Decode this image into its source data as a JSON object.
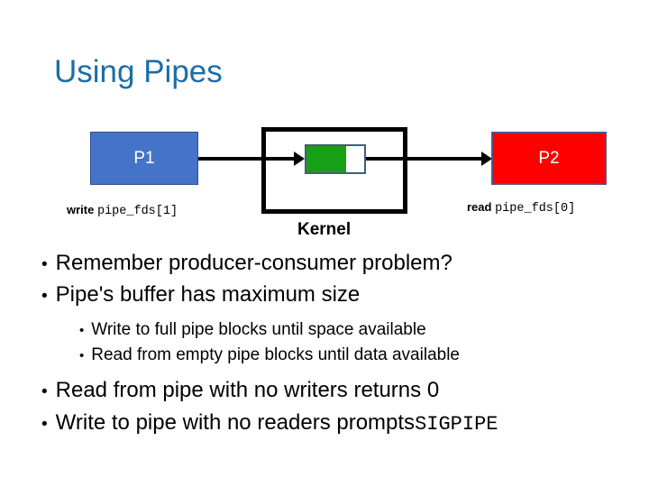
{
  "slide": {
    "title": "Using Pipes",
    "title_color": "#1C6EA8",
    "background": "#ffffff"
  },
  "diagram": {
    "process_left": {
      "label": "P1",
      "fill_color": "#4573C8",
      "text_color": "#ffffff",
      "caption_keyword": "write",
      "caption_code": "pipe_fds[1]"
    },
    "process_right": {
      "label": "P2",
      "fill_color": "#FF0000",
      "text_color": "#ffffff",
      "caption_keyword": "read",
      "caption_code": "pipe_fds[0]"
    },
    "kernel": {
      "label": "Kernel",
      "border_color": "#000000"
    },
    "buffer": {
      "fill_color": "#16A016",
      "empty_color": "#ffffff",
      "border_color": "#41607A",
      "fill_percent": 68
    },
    "arrow_write_name": "arrow-p1-to-kernel",
    "arrow_read_name": "arrow-kernel-to-p2"
  },
  "bullets": {
    "marker": "•",
    "level1": [
      {
        "text": "Remember producer-consumer problem?"
      },
      {
        "text": "Pipe's buffer has maximum size"
      },
      {
        "text": "Read from pipe with no writers returns 0"
      }
    ],
    "level2": [
      {
        "text": "Write to full pipe blocks until space available"
      },
      {
        "text": "Read from empty pipe blocks until data available"
      }
    ],
    "last": {
      "prefix": "Write to pipe with no readers prompts ",
      "code": "SIGPIPE"
    }
  }
}
